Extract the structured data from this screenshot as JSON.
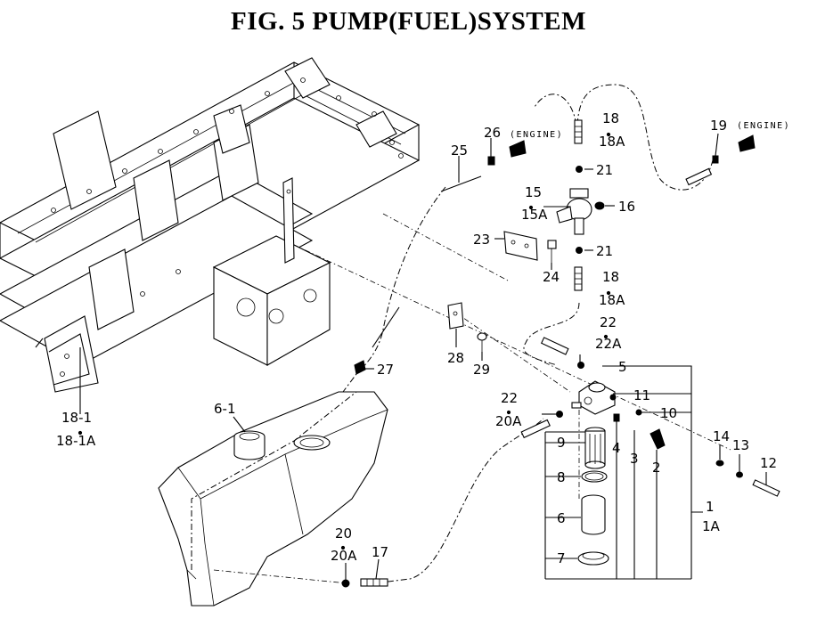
{
  "title": "FIG. 5  PUMP(FUEL)SYSTEM",
  "engine_labels": [
    "(ENGINE)",
    "(ENGINE)"
  ],
  "callouts": [
    {
      "id": "c1",
      "text": "1"
    },
    {
      "id": "c1a",
      "text": "1A"
    },
    {
      "id": "c2",
      "text": "2"
    },
    {
      "id": "c3",
      "text": "3"
    },
    {
      "id": "c4",
      "text": "4"
    },
    {
      "id": "c5",
      "text": "5"
    },
    {
      "id": "c6",
      "text": "6"
    },
    {
      "id": "c6_1",
      "text": "6-1"
    },
    {
      "id": "c7",
      "text": "7"
    },
    {
      "id": "c8",
      "text": "8"
    },
    {
      "id": "c9",
      "text": "9"
    },
    {
      "id": "c10",
      "text": "10"
    },
    {
      "id": "c11",
      "text": "11"
    },
    {
      "id": "c12",
      "text": "12"
    },
    {
      "id": "c13",
      "text": "13"
    },
    {
      "id": "c14",
      "text": "14"
    },
    {
      "id": "c15",
      "text": "15"
    },
    {
      "id": "c15a",
      "text": "15A"
    },
    {
      "id": "c16",
      "text": "16"
    },
    {
      "id": "c17",
      "text": "17"
    },
    {
      "id": "c18a_top",
      "text": "18"
    },
    {
      "id": "c18a_top_a",
      "text": "18A"
    },
    {
      "id": "c18b",
      "text": "18"
    },
    {
      "id": "c18b_a",
      "text": "18A"
    },
    {
      "id": "c18_1",
      "text": "18-1"
    },
    {
      "id": "c18_1a",
      "text": "18-1A"
    },
    {
      "id": "c19",
      "text": "19"
    },
    {
      "id": "c20",
      "text": "20"
    },
    {
      "id": "c20a",
      "text": "20A"
    },
    {
      "id": "c21a",
      "text": "21"
    },
    {
      "id": "c21b",
      "text": "21"
    },
    {
      "id": "c22a",
      "text": "22"
    },
    {
      "id": "c22a_a",
      "text": "22A"
    },
    {
      "id": "c22b",
      "text": "22"
    },
    {
      "id": "c20a_b",
      "text": "20A"
    },
    {
      "id": "c23",
      "text": "23"
    },
    {
      "id": "c24",
      "text": "24"
    },
    {
      "id": "c25",
      "text": "25"
    },
    {
      "id": "c26",
      "text": "26"
    },
    {
      "id": "c27",
      "text": "27"
    },
    {
      "id": "c28",
      "text": "28"
    },
    {
      "id": "c29",
      "text": "29"
    }
  ]
}
